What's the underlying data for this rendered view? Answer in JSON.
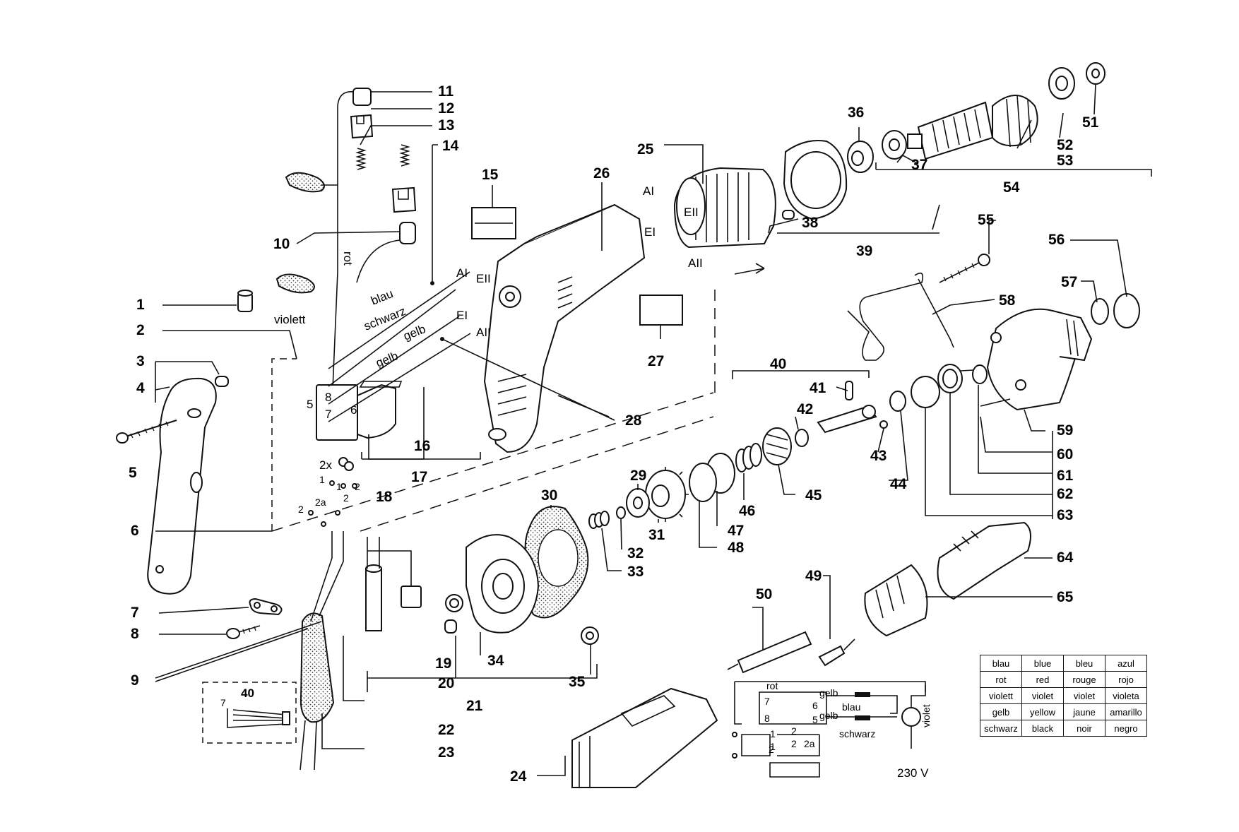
{
  "parts": {
    "p1": "1",
    "p2": "2",
    "p3": "3",
    "p4": "4",
    "p5": "5",
    "p6": "6",
    "p7": "7",
    "p8": "8",
    "p9": "9",
    "p10": "10",
    "p11": "11",
    "p12": "12",
    "p13": "13",
    "p14": "14",
    "p15": "15",
    "p16": "16",
    "p17": "17",
    "p18": "18",
    "p19": "19",
    "p20": "20",
    "p21": "21",
    "p22": "22",
    "p23": "23",
    "p24": "24",
    "p25": "25",
    "p26": "26",
    "p27": "27",
    "p28": "28",
    "p29": "29",
    "p30": "30",
    "p31": "31",
    "p32": "32",
    "p33": "33",
    "p34": "34",
    "p35": "35",
    "p36": "36",
    "p37": "37",
    "p38": "38",
    "p39": "39",
    "p40": "40",
    "p41": "41",
    "p42": "42",
    "p43": "43",
    "p44": "44",
    "p45": "45",
    "p46": "46",
    "p47": "47",
    "p48": "48",
    "p49": "49",
    "p50": "50",
    "p51": "51",
    "p52": "52",
    "p53": "53",
    "p54": "54",
    "p55": "55",
    "p56": "56",
    "p57": "57",
    "p58": "58",
    "p59": "59",
    "p60": "60",
    "p61": "61",
    "p62": "62",
    "p63": "63",
    "p64": "64",
    "p65": "65",
    "p40b": "40"
  },
  "wires": {
    "rot": "rot",
    "violett": "violett",
    "blau": "blau",
    "schwarz": "schwarz",
    "gelb1": "gelb",
    "gelb2": "gelb"
  },
  "terminals": {
    "AI": "AI",
    "AII": "AII",
    "EI": "EI",
    "EII": "EII",
    "motor_AI": "AI",
    "motor_AII": "AII",
    "motor_EI": "EI",
    "motor_EII": "EII"
  },
  "switch_pins": {
    "s5": "5",
    "s8": "8",
    "s7": "7",
    "s6": "6",
    "qty": "2x",
    "t1a": "1",
    "t1b": "1",
    "t2a": "2",
    "t2b": "2",
    "t2c": "2",
    "t2d": "2a",
    "w7": "7"
  },
  "schematic": {
    "rot": "rot",
    "gelb1": "gelb",
    "gelb2": "gelb",
    "blau": "blau",
    "schwarz": "schwarz",
    "violet": "violet",
    "voltage": "230 V",
    "n7": "7",
    "n8": "8",
    "n6": "6",
    "n5": "5",
    "n1": "1",
    "n2": "2",
    "n2b": "2",
    "n2a": "2a",
    "n2c": "2",
    "n1b": "1"
  },
  "color_table": {
    "rows": [
      [
        "blau",
        "blue",
        "bleu",
        "azul"
      ],
      [
        "rot",
        "red",
        "rouge",
        "rojo"
      ],
      [
        "violett",
        "violet",
        "violet",
        "violeta"
      ],
      [
        "gelb",
        "yellow",
        "jaune",
        "amarillo"
      ],
      [
        "schwarz",
        "black",
        "noir",
        "negro"
      ]
    ]
  }
}
